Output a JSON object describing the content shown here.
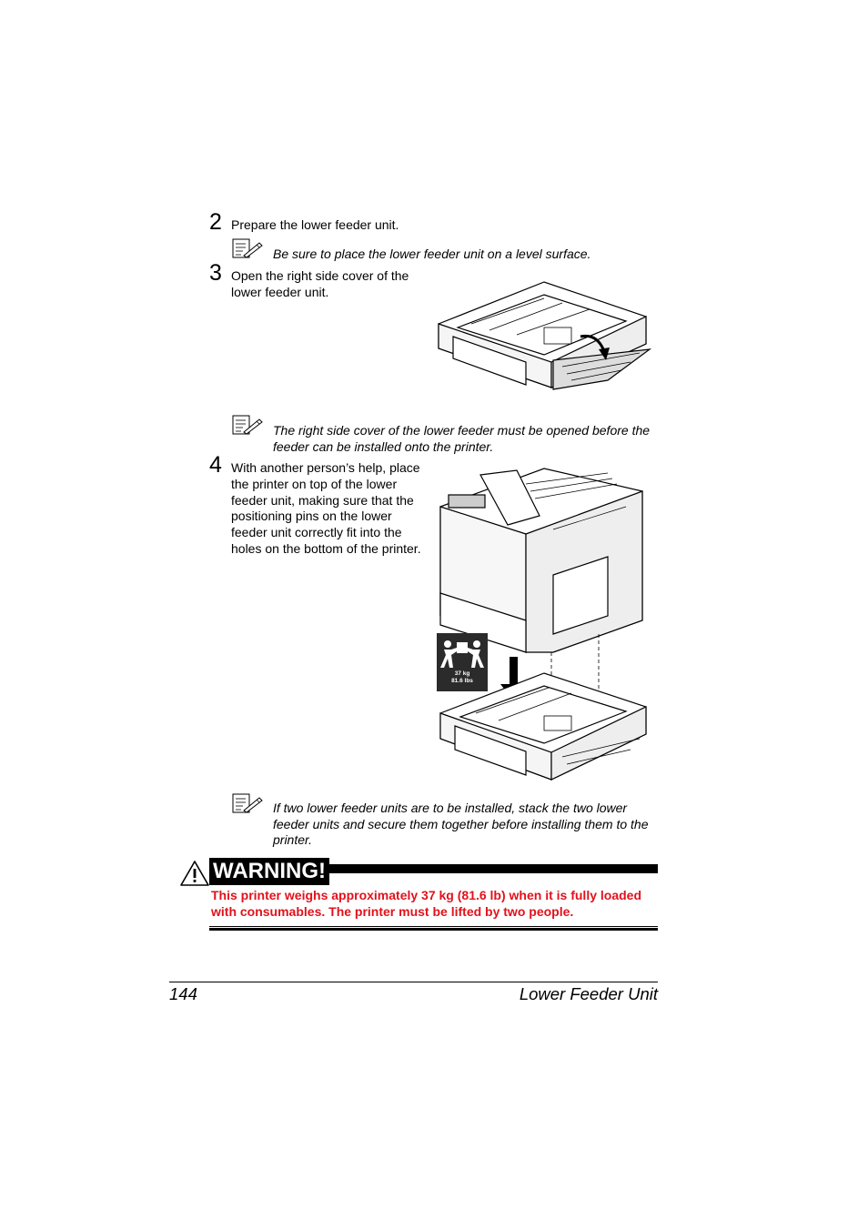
{
  "steps": [
    {
      "number": "2",
      "text": "Prepare the lower feeder unit."
    },
    {
      "number": "3",
      "text": "Open the right side cover of the lower feeder unit."
    },
    {
      "number": "4",
      "text": "With another person’s help, place the printer on top of the lower feeder unit, making sure that the positioning pins on the lower feeder unit correctly fit into the holes on the bottom of the printer."
    }
  ],
  "notes": [
    "Be sure to place the lower feeder unit on a level surface.",
    "The right side cover of the lower feeder must be opened before the feeder can be installed onto the printer.",
    "If two lower feeder units are to be installed, stack the two lower feeder units and secure them together before installing them to the printer."
  ],
  "icons": {
    "note": "note-pencil-icon",
    "warning": "warning-triangle-icon",
    "two_person_lift": "two-person-lift-icon"
  },
  "weight_label": {
    "kg": "37 kg",
    "lbs": "81.6 lbs"
  },
  "warning": {
    "title": "WARNING!",
    "text": "This printer weighs approximately 37 kg (81.6 lb) when it is fully loaded with consumables. The printer must be lifted by two people.",
    "text_color": "#e2121b"
  },
  "footer": {
    "page_number": "144",
    "section_title": "Lower Feeder Unit"
  }
}
